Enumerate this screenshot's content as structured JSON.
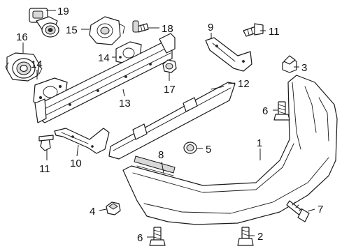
{
  "callouts": {
    "c1": "1",
    "c2": "2",
    "c3": "3",
    "c4": "4",
    "c5": "5",
    "c6a": "6",
    "c6b": "6",
    "c7": "7",
    "c8": "8",
    "c9": "9",
    "c10": "10",
    "c11a": "11",
    "c11b": "11",
    "c12": "12",
    "c13": "13",
    "c14a": "14",
    "c14b": "14",
    "c15": "15",
    "c16": "16",
    "c17": "17",
    "c18": "18",
    "c19": "19"
  }
}
